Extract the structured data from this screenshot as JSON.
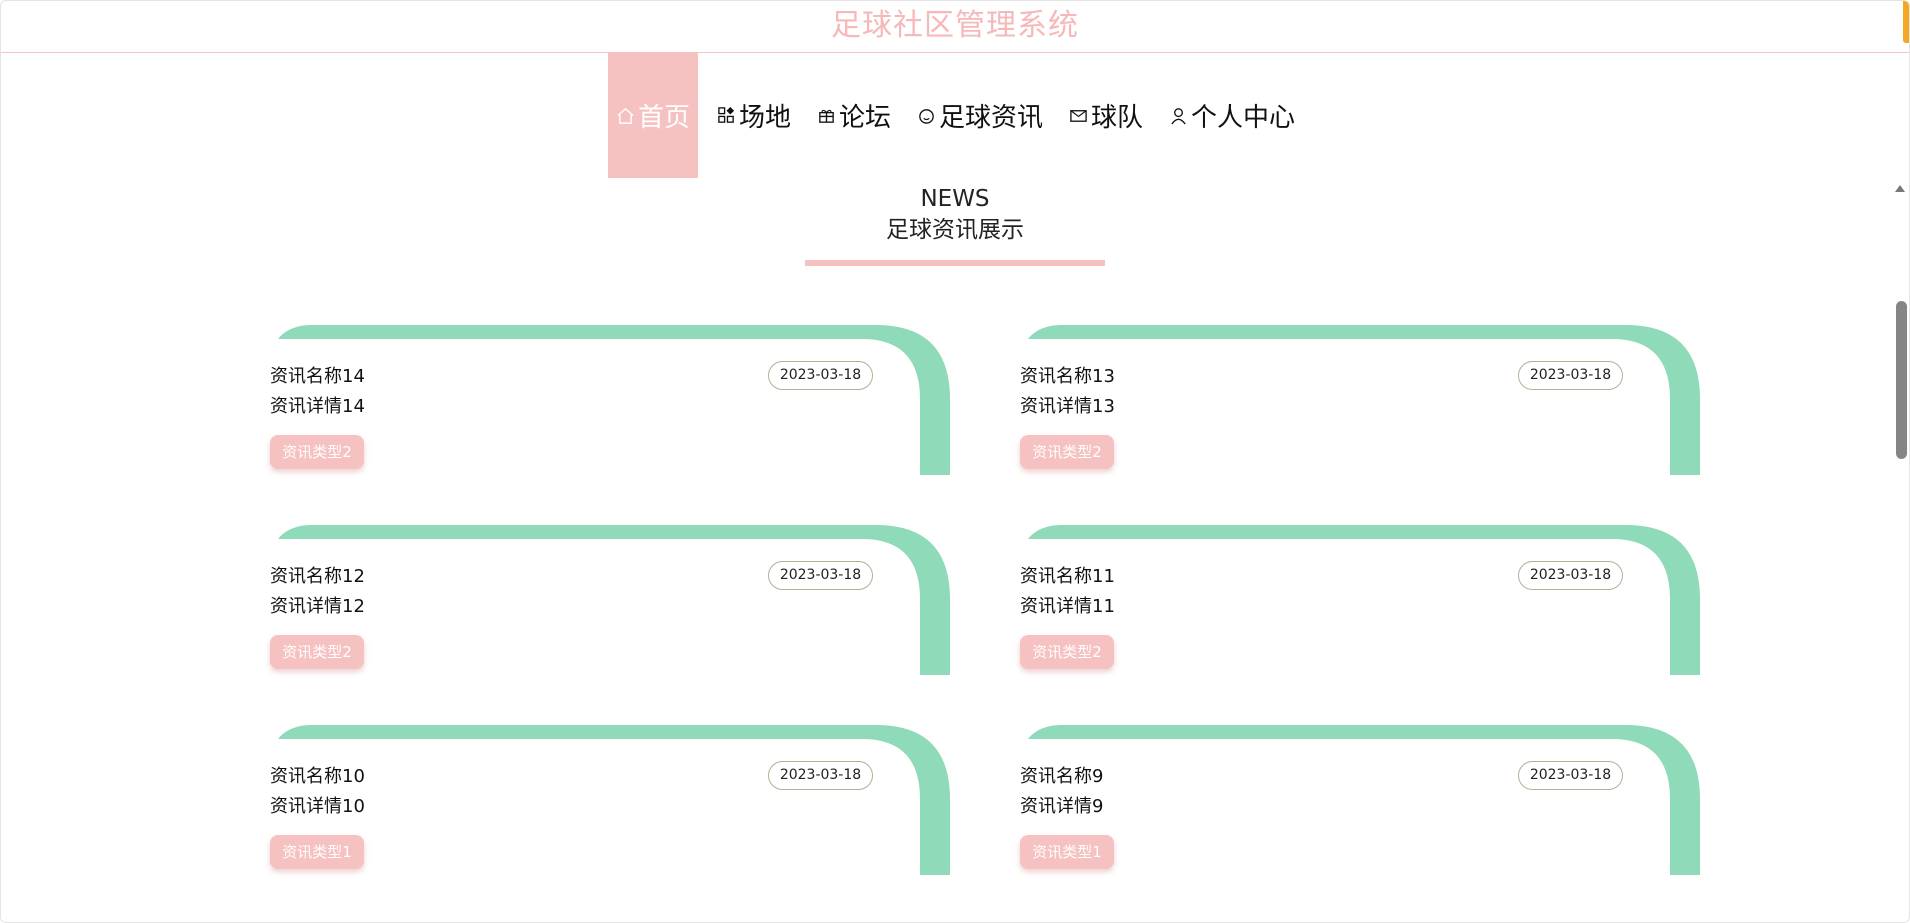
{
  "header": {
    "title": "足球社区管理系统"
  },
  "nav": {
    "items": [
      {
        "label": "首页",
        "icon": "home-icon",
        "active": true
      },
      {
        "label": "场地",
        "icon": "grid-icon",
        "active": false
      },
      {
        "label": "论坛",
        "icon": "gift-icon",
        "active": false
      },
      {
        "label": "足球资讯",
        "icon": "smile-icon",
        "active": false
      },
      {
        "label": "球队",
        "icon": "mail-icon",
        "active": false
      },
      {
        "label": "个人中心",
        "icon": "user-icon",
        "active": false
      }
    ]
  },
  "section": {
    "en_title": "NEWS",
    "zh_title": "足球资讯展示"
  },
  "news": [
    {
      "name": "资讯名称14",
      "detail": "资讯详情14",
      "date": "2023-03-18",
      "type": "资讯类型2"
    },
    {
      "name": "资讯名称13",
      "detail": "资讯详情13",
      "date": "2023-03-18",
      "type": "资讯类型2"
    },
    {
      "name": "资讯名称12",
      "detail": "资讯详情12",
      "date": "2023-03-18",
      "type": "资讯类型2"
    },
    {
      "name": "资讯名称11",
      "detail": "资讯详情11",
      "date": "2023-03-18",
      "type": "资讯类型2"
    },
    {
      "name": "资讯名称10",
      "detail": "资讯详情10",
      "date": "2023-03-18",
      "type": "资讯类型1"
    },
    {
      "name": "资讯名称9",
      "detail": "资讯详情9",
      "date": "2023-03-18",
      "type": "资讯类型1"
    }
  ],
  "colors": {
    "accent_pink": "#f6c1c1",
    "title_pink": "#f6b8b8",
    "card_arc_green": "#8fdab8",
    "scroll_marker_orange": "#f5a623"
  }
}
